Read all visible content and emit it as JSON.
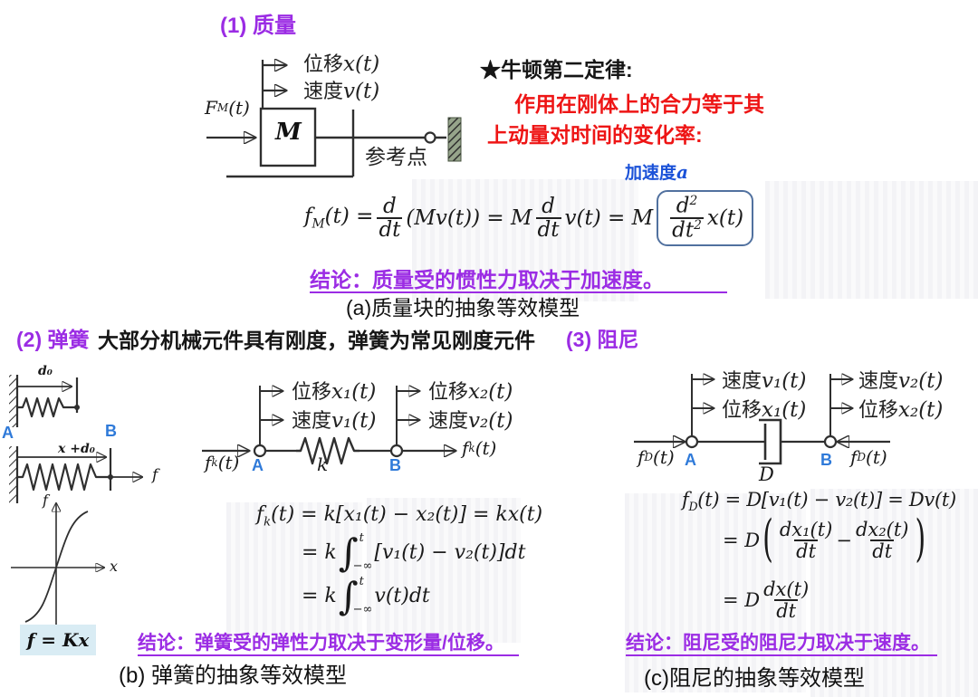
{
  "colors": {
    "purple": "#9b2ce4",
    "red": "#ee1515",
    "label_blue": "#2f7ad9",
    "accel_blue": "#1b52d8",
    "formula_box_stroke": "#51719f",
    "fkx_box_bg": "#d9ecf4",
    "diagram_line": "#2f2f2f"
  },
  "s1": {
    "heading": "(1) 质量",
    "disp_cjk": "位移",
    "disp_var": "x(t)",
    "vel_cjk": "速度",
    "vel_var": "v(t)",
    "force_f": "F",
    "force_sub": "M",
    "force_rest": "(t)",
    "mass": "M",
    "ref": "参考点",
    "newton_title": "★牛顿第二定律:",
    "newton_red1": "作用在刚体上的合力等于其",
    "newton_red2": "上动量对时间的变化率:",
    "accel_cjk": "加速度",
    "accel_var": "a",
    "f": {
      "a": "f",
      "asub": "M",
      "b": "(t) =",
      "n1": "d",
      "d1": "dt",
      "c": "(Mv(t)) = M",
      "n2": "d",
      "d2": "dt",
      "e": "v(t) = M",
      "n3": "d",
      "n3sup": "2",
      "d3": "dt",
      "d3sup": "2",
      "g": "x(t)"
    },
    "conclusion": "结论：质量受的惯性力取决于加速度。",
    "caption": "(a)质量块的抽象等效模型"
  },
  "s2h": {
    "tag": "(2) 弹簧",
    "desc": "大部分机械元件具有刚度，弹簧为常见刚度元件",
    "tag3": "(3) 阻尼"
  },
  "left": {
    "d0": "d₀",
    "xd0": "x +d₀",
    "A": "A",
    "B": "B",
    "f": "f",
    "axis_f": "f",
    "axis_x": "x",
    "fkx": "f = Kx"
  },
  "s2": {
    "disp1_cjk": "位移",
    "disp1_var": "x₁(t)",
    "vel1_cjk": "速度",
    "vel1_var": "v₁(t)",
    "disp2_cjk": "位移",
    "disp2_var": "x₂(t)",
    "vel2_cjk": "速度",
    "vel2_var": "v₂(t)",
    "A": "A",
    "B": "B",
    "k": "k",
    "fk_f": "f",
    "fk_sub": "k",
    "fk_rest": "(t)",
    "l1a": "f",
    "l1sub": "k",
    "l1b": "(t) = k[x₁(t) − x₂(t)] = kx(t)",
    "l2pre": "= k",
    "int_sup": "t",
    "int_sub": "−∞",
    "l2post": "[v₁(t) − v₂(t)]dt",
    "l3pre": "= k",
    "l3post": "v(t)dt",
    "conclusion": "结论：弹簧受的弹性力取决于变形量/位移。",
    "caption": "(b) 弹簧的抽象等效模型"
  },
  "s3": {
    "vel1_cjk": "速度",
    "vel1_var": "v₁(t)",
    "disp1_cjk": "位移",
    "disp1_var": "x₁(t)",
    "vel2_cjk": "速度",
    "vel2_var": "v₂(t)",
    "disp2_cjk": "位移",
    "disp2_var": "x₂(t)",
    "A": "A",
    "B": "B",
    "D": "D",
    "fD_f": "f",
    "fD_sub": "D",
    "fD_rest": "(t)",
    "l1a": "f",
    "l1sub": "D",
    "l1b": "(t) = D[v₁(t) − v₂(t)] = Dv(t)",
    "l2pre": "= D",
    "l2n1": "dx₁(t)",
    "l2d1": "dt",
    "l2minus": "−",
    "l2n2": "dx₂(t)",
    "l2d2": "dt",
    "l3pre": "= D",
    "l3n": "dx(t)",
    "l3d": "dt",
    "conclusion": "结论：阻尼受的阻尼力取决于速度。",
    "caption": "(c)阻尼的抽象等效模型"
  }
}
